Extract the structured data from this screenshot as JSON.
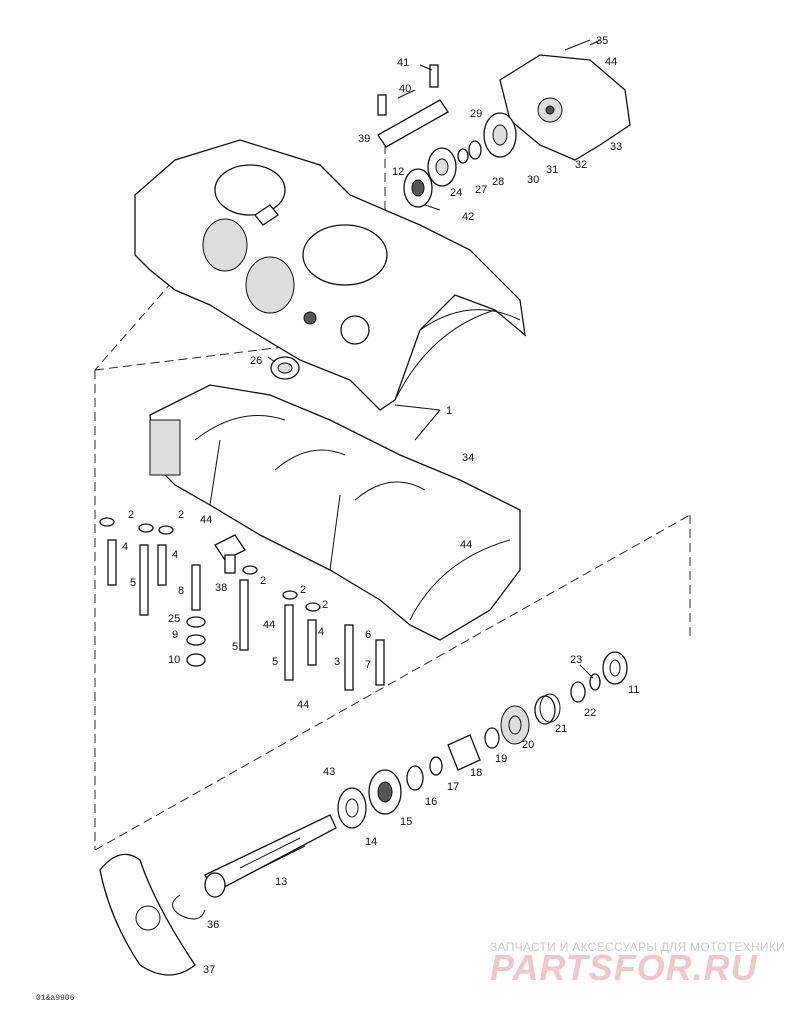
{
  "diagram": {
    "labels": [
      "1",
      "2",
      "3",
      "4",
      "5",
      "6",
      "7",
      "8",
      "9",
      "10",
      "11",
      "12",
      "13",
      "14",
      "15",
      "16",
      "17",
      "18",
      "19",
      "20",
      "21",
      "22",
      "23",
      "24",
      "25",
      "26",
      "27",
      "28",
      "29",
      "30",
      "31",
      "32",
      "33",
      "34",
      "35",
      "36",
      "37",
      "38",
      "39",
      "40",
      "41",
      "42",
      "43",
      "44"
    ],
    "drawing_code": "01&a9906"
  },
  "watermark": {
    "tagline": "ЗАПЧАСТИ И АКСЕССУАРЫ ДЛЯ МОТОТЕХНИКИ",
    "brand": "PARTSFOR.RU"
  }
}
